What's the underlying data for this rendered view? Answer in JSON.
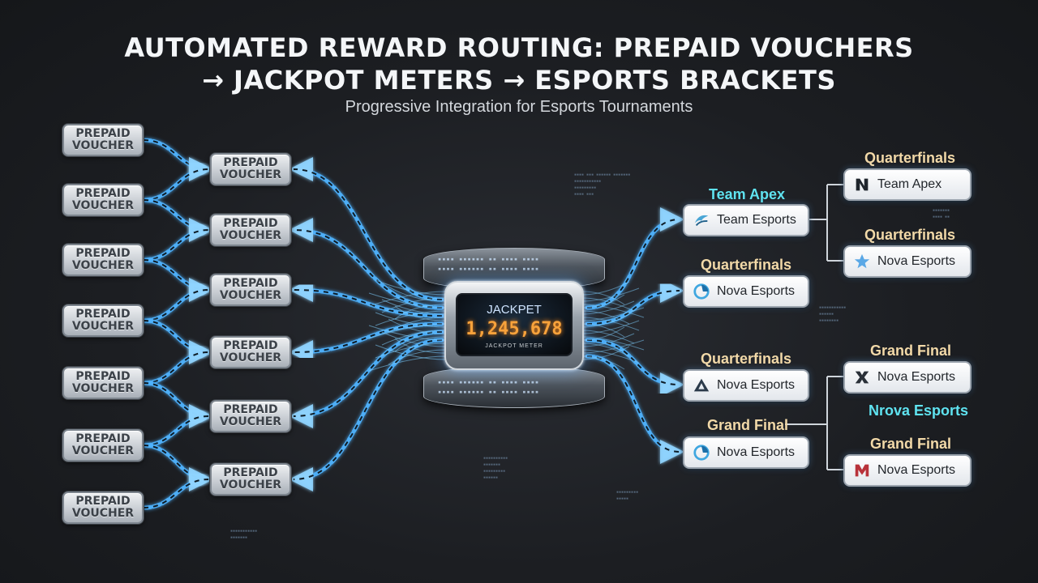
{
  "title_line1": "AUTOMATED REWARD ROUTING: PREPAID VOUCHERS",
  "title_line2": "→ JACKPOT METERS → ESPORTS BRACKETS",
  "subtitle": "Progressive Integration for Esports Tournaments",
  "voucher_label": "PREPAID\nVOUCHER",
  "jackpot": {
    "label": "JACKPET",
    "value": "1,245,678",
    "small_text": "JACKPOT METER"
  },
  "round1": [
    {
      "label": "Team Apex",
      "label_color": "cyan",
      "team": "Team Esports",
      "logo": "apex-wing-icon"
    },
    {
      "label": "Quarterfinals",
      "label_color": "gold",
      "team": "Nova Esports",
      "logo": "nova-swirl-icon"
    },
    {
      "label": "Quarterfinals",
      "label_color": "gold",
      "team": "Nova Esports",
      "logo": "nova-triangle-icon"
    },
    {
      "label": "Grand Final",
      "label_color": "gold",
      "team": "Nova Esports",
      "logo": "nova-swirl-icon"
    }
  ],
  "round2": [
    {
      "label": "Quarterfinals",
      "label_color": "gold",
      "team": "Team Apex",
      "logo": "n-monogram-icon"
    },
    {
      "label": "Quarterfinals",
      "label_color": "gold",
      "team": "Nova Esports",
      "logo": "nova-star-icon"
    },
    {
      "label": "Grand Final",
      "label_color": "gold",
      "team": "Nova Esports",
      "logo": "x-monogram-icon"
    },
    {
      "label": "Grand Final",
      "label_color": "gold",
      "team": "Nova Esports",
      "logo": "m-monogram-icon"
    }
  ],
  "floating_label": "Nrova Esports",
  "colors": {
    "wire": "#4fb4ff",
    "accent_cyan": "#5fe3f0",
    "accent_gold": "#f2d9a8",
    "jackpot_digits": "#f7a23b"
  }
}
